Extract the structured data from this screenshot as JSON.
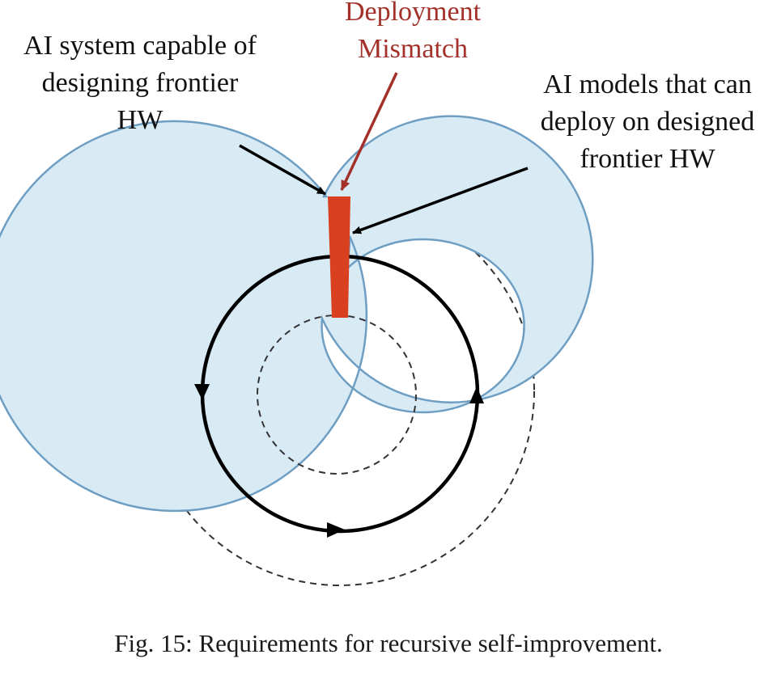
{
  "labels": {
    "left": [
      "AI system capable of",
      "designing frontier",
      "HW"
    ],
    "top": [
      "Deployment",
      "Mismatch"
    ],
    "right": [
      "AI models that can",
      "deploy on designed",
      "frontier HW"
    ]
  },
  "caption": "Fig. 15: Requirements for recursive self-improvement.",
  "colors": {
    "ring_fill": "#d8ebf5",
    "ring_stroke": "#6f9ec3",
    "mismatch": "#d8401f",
    "mismatch_label": "#a3312a",
    "cycle": "#000000",
    "dashed": "#333333"
  }
}
